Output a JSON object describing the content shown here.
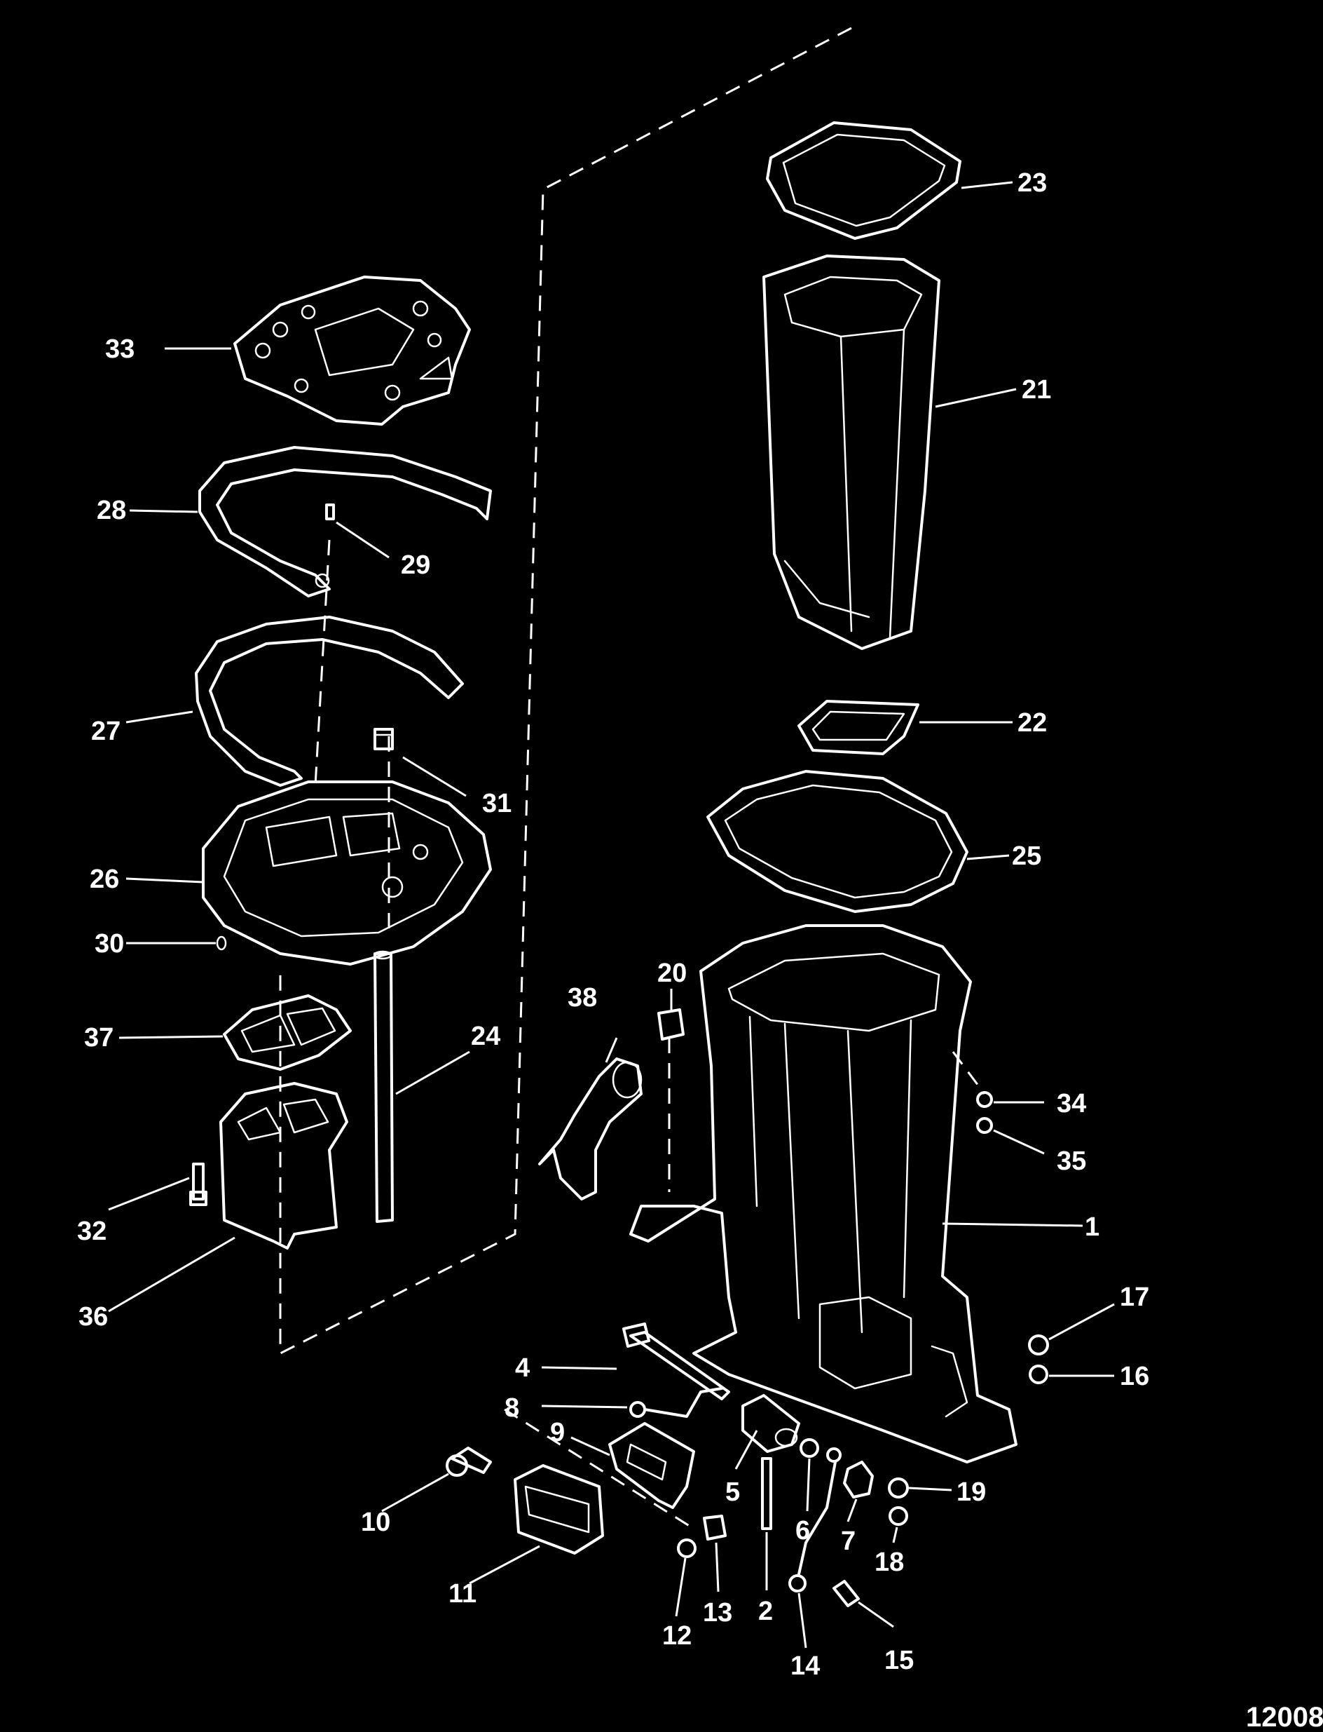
{
  "figure_id": "12008",
  "callouts": [
    "1",
    "2",
    "4",
    "5",
    "6",
    "7",
    "8",
    "9",
    "10",
    "11",
    "12",
    "13",
    "14",
    "15",
    "16",
    "17",
    "18",
    "19",
    "20",
    "21",
    "22",
    "23",
    "24",
    "25",
    "26",
    "27",
    "28",
    "29",
    "30",
    "31",
    "32",
    "33",
    "34",
    "35",
    "36",
    "37",
    "38"
  ]
}
